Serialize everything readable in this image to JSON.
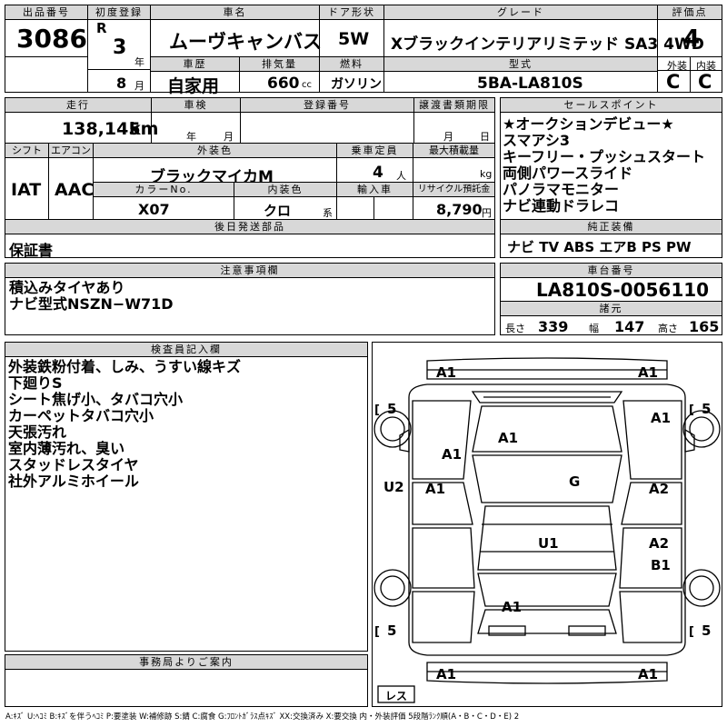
{
  "header": {
    "lot_no_label": "出品番号",
    "lot_no": "3086",
    "first_reg_label": "初度登録",
    "era": "R",
    "year": "3",
    "year_unit": "年",
    "month": "8",
    "month_unit": "月",
    "car_name_label": "車名",
    "car_name": "ムーヴキャンバス",
    "door_label": "ドア形状",
    "doors": "5W",
    "grade_label": "グレード",
    "grade": "Xブラックインテリアリミテッド SA3 4WD",
    "score_label": "評価点",
    "score": "4",
    "history_label": "車歴",
    "history": "自家用",
    "displacement_label": "排気量",
    "displacement": "660",
    "displacement_unit": "cc",
    "fuel_label": "燃料",
    "fuel": "ガソリン",
    "model_code_label": "型式",
    "model_code": "5BA-LA810S",
    "exterior_label": "外装",
    "exterior": "C",
    "interior_label": "内装",
    "interior": "C"
  },
  "row2": {
    "mileage_label": "走行",
    "mileage": "138,145",
    "mileage_unit": "km",
    "inspection_label": "車検",
    "insp_year": "年",
    "insp_month": "月",
    "reg_no_label": "登録番号",
    "transfer_label": "譲渡書類期限",
    "transfer_month": "月",
    "transfer_day": "日",
    "shift_label": "シフト",
    "shift": "IAT",
    "ac_label": "エアコン",
    "ac": "AAC",
    "color_label": "外装色",
    "color": "ブラックマイカM",
    "capacity_label": "乗車定員",
    "capacity": "4",
    "capacity_unit": "人",
    "max_load_label": "最大積載量",
    "max_load_unit": "kg",
    "color_no_label": "カラーNo.",
    "color_no": "X07",
    "int_color_label": "内装色",
    "int_color": "クロ",
    "int_color_unit": "系",
    "import_label": "輸入車",
    "recycle_label": "リサイクル預託金",
    "recycle": "8,790",
    "recycle_unit": "円",
    "later_docs_label": "後日発送部品",
    "later_docs": "保証書"
  },
  "sales_points": {
    "label": "セールスポイント",
    "items": [
      "★オークションデビュー★",
      "スマアシ3",
      "キーフリー・プッシュスタート",
      "両側パワースライド",
      "パノラマモニター",
      "ナビ連動ドラレコ"
    ]
  },
  "equipment": {
    "label": "純正装備",
    "value": "ナビ TV ABS エアB PS PW"
  },
  "notes": {
    "label": "注意事項欄",
    "items": [
      "積込みタイヤあり",
      "ナビ型式NSZN−W71D"
    ]
  },
  "chassis": {
    "label": "車台番号",
    "value": "LA810S-0056110",
    "spec_label": "諸元",
    "length_label": "長さ",
    "length": "339",
    "width_label": "幅",
    "width": "147",
    "height_label": "高さ",
    "height": "165"
  },
  "inspector": {
    "label": "検査員記入欄",
    "items": [
      "外装鉄粉付着、しみ、うすい線キズ",
      "下廻りS",
      "シート焦げ小、タバコ穴小",
      "カーペットタバコ穴小",
      "天張汚れ",
      "室内薄汚れ、臭い",
      "スタッドレスタイヤ",
      "社外アルミホイール"
    ]
  },
  "office": {
    "label": "事務局よりご案内"
  },
  "diagram": {
    "front_left_bumper": "A1",
    "front_right_bumper": "A1",
    "left_front_tire": "5",
    "right_front_tire": "5",
    "right_front_fender": "A1",
    "hood": "A1",
    "left_front_fender": "A1",
    "windshield": "G",
    "left_front_door_side": "U2",
    "left_front_door": "A1",
    "right_front_door": "A2",
    "roof": "U1",
    "right_rear_door_a": "A2",
    "right_rear_door_b": "B1",
    "rear_hatch": "A1",
    "left_rear_tire": "5",
    "right_rear_tire": "5",
    "rear_left_bumper": "A1",
    "rear_right_bumper": "A1",
    "spare_label": "レス"
  },
  "legend": "A:ｷｽﾞ U:ﾍｺﾐ B:ｷｽﾞを伴うﾍｺﾐ P:要塗装 W:補修跡 S:錆 C:腐食 G:ﾌﾛﾝﾄｶﾞﾗｽ点ｷｽﾞ XX:交換済み X:要交換 内・外装評価 5段階ﾗﾝｸ順(A・B・C・D・E) 2"
}
